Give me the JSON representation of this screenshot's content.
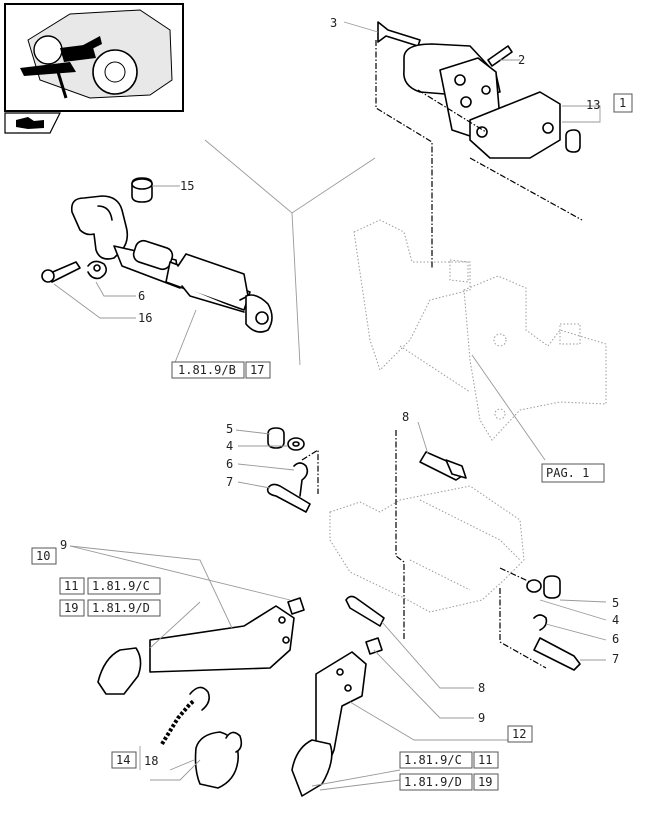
{
  "callouts": {
    "c1": "1",
    "c2": "2",
    "c3": "3",
    "c4a": "4",
    "c4b": "4",
    "c5a": "5",
    "c5b": "5",
    "c6a": "6",
    "c6b": "6",
    "c6c": "6",
    "c7a": "7",
    "c7b": "7",
    "c8a": "8",
    "c8b": "8",
    "c9a": "9",
    "c9b": "9",
    "c10": "10",
    "c11a": "11",
    "c11b": "11",
    "c12": "12",
    "c13": "13",
    "c14": "14",
    "c15": "15",
    "c16": "16",
    "c17": "17",
    "c18": "18",
    "c19a": "19",
    "c19b": "19"
  },
  "references": {
    "r_b": "1.81.9/B",
    "r_c1": "1.81.9/C",
    "r_d1": "1.81.9/D",
    "r_c2": "1.81.9/C",
    "r_d2": "1.81.9/D",
    "pag": "PAG. 1"
  },
  "icons": {
    "thumbnail": "tractor-thumbnail-icon",
    "nav": "hand-pointer-icon"
  }
}
